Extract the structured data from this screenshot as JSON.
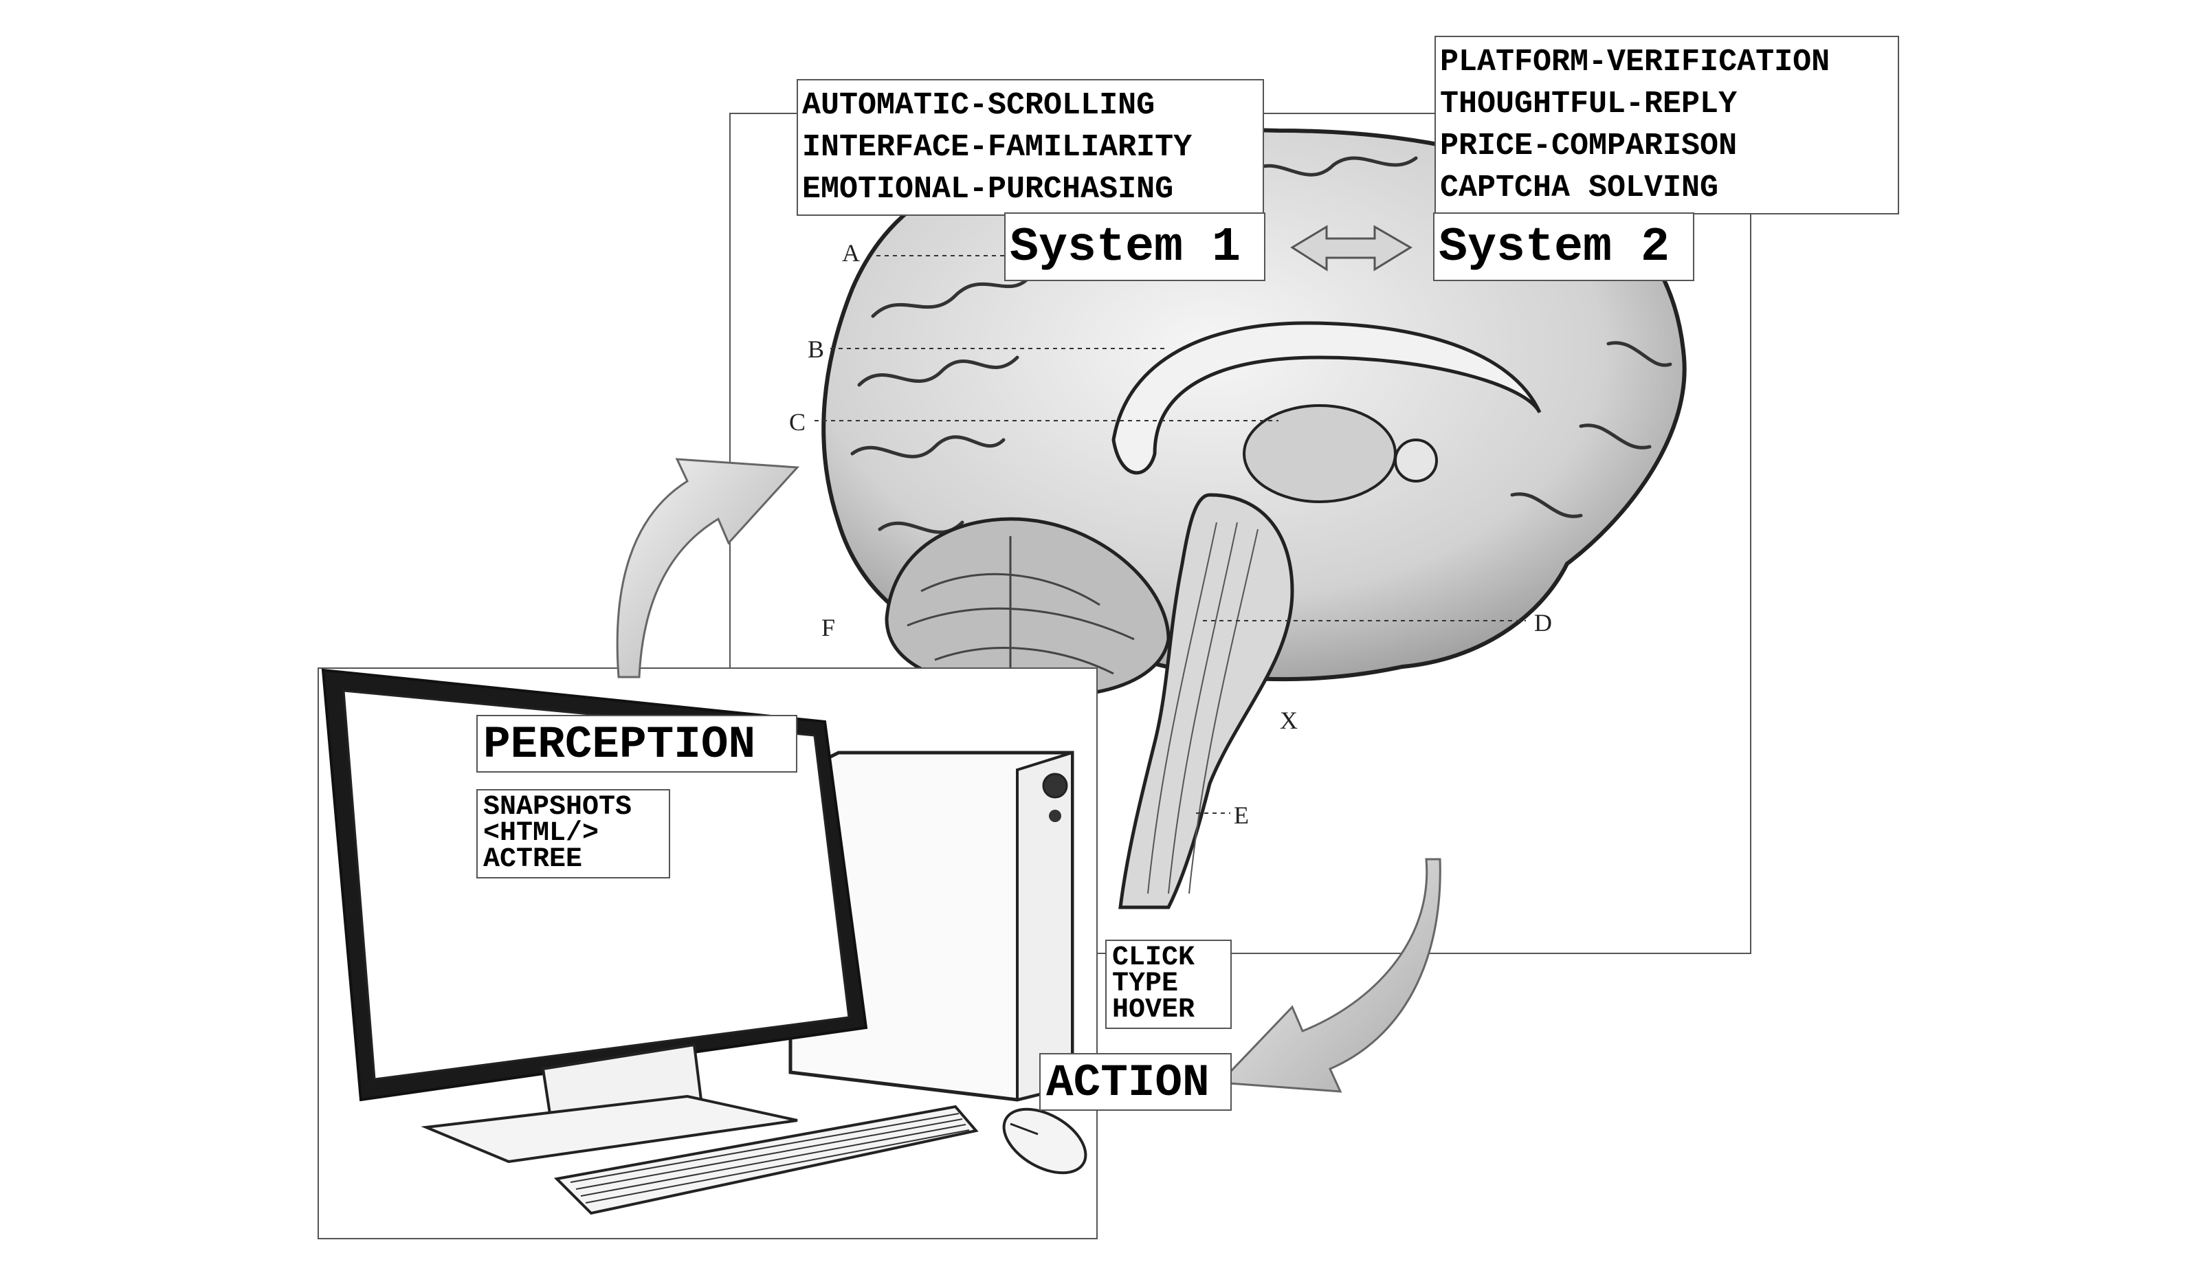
{
  "system1": {
    "title": "System 1",
    "items": [
      "AUTOMATIC-SCROLLING",
      "INTERFACE-FAMILIARITY",
      "EMOTIONAL-PURCHASING"
    ]
  },
  "system2": {
    "title": "System 2",
    "items": [
      "PLATFORM-VERIFICATION",
      "THOUGHTFUL-REPLY",
      "PRICE-COMPARISON",
      "CAPTCHA SOLVING"
    ]
  },
  "perception": {
    "title": "PERCEPTION",
    "items": [
      "SNAPSHOTS",
      "<HTML/>",
      "ACTREE"
    ]
  },
  "action": {
    "title": "ACTION",
    "items": [
      "CLICK",
      "TYPE",
      "HOVER"
    ]
  },
  "brain_letters": [
    "A",
    "B",
    "C",
    "D",
    "E",
    "F",
    "X"
  ],
  "colors": {
    "border": "#555555",
    "arrow_fill": "#d9d9d9",
    "ink": "#000000"
  },
  "icons": {
    "brain": "brain-illustration",
    "computer": "desktop-computer-illustration",
    "bidirectional": "double-arrow-icon"
  }
}
